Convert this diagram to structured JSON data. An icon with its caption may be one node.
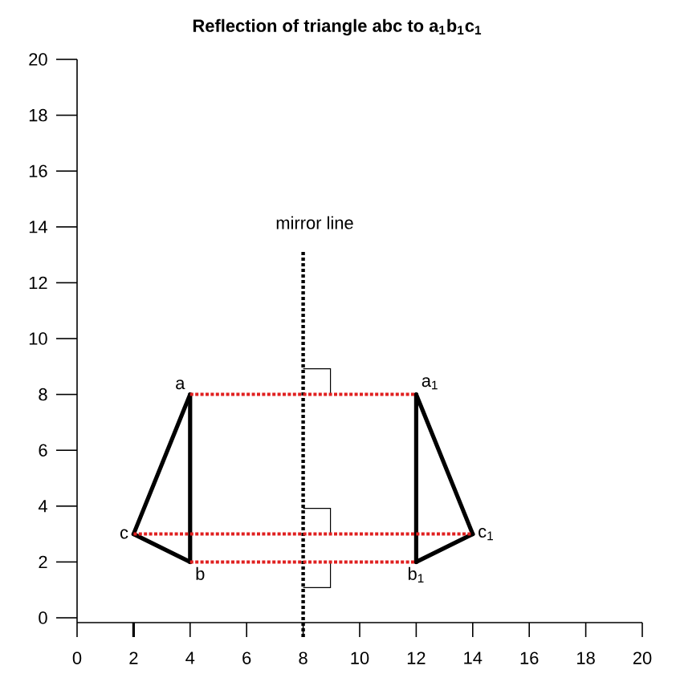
{
  "diagram": {
    "title": "Reflection of triangle abc to a$_{1}$b$_{1}$c$_{1}$",
    "nodes": [
      {
        "text": [
          "a"
        ]
      },
      {
        "text": [
          "c"
        ]
      },
      {
        "text": [
          "b"
        ]
      },
      {
        "text": [
          "a$_{1}$"
        ]
      },
      {
        "text": [
          "c$_{1}$"
        ]
      },
      {
        "text": [
          "b$_{1}$"
        ]
      }
    ],
    "edges": [
      {
        "from": 0,
        "to": 2,
        "arrow": "none"
      },
      {
        "from": 2,
        "to": 1,
        "arrow": "none"
      },
      {
        "from": 1,
        "to": 0,
        "arrow": "none"
      },
      {
        "from": 3,
        "to": 5,
        "arrow": "none"
      },
      {
        "from": 5,
        "to": 4,
        "arrow": "none"
      },
      {
        "from": 4,
        "to": 3,
        "arrow": "none"
      },
      {
        "from": 0,
        "to": 3,
        "arrow": "none",
        "style": "dashed",
        "color": "#e02020"
      },
      {
        "from": 1,
        "to": 4,
        "arrow": "none",
        "style": "dashed",
        "color": "#e02020"
      },
      {
        "from": 2,
        "to": 5,
        "arrow": "none",
        "style": "dashed",
        "color": "#e02020"
      }
    ],
    "labels": [
      "mirror line",
      "20",
      "18",
      "16",
      "14",
      "12",
      "10",
      "8",
      "6",
      "4",
      "2",
      "0",
      "0",
      "2",
      "4",
      "6",
      "8",
      "10",
      "12",
      "14",
      "16",
      "18",
      "20"
    ]
  }
}
